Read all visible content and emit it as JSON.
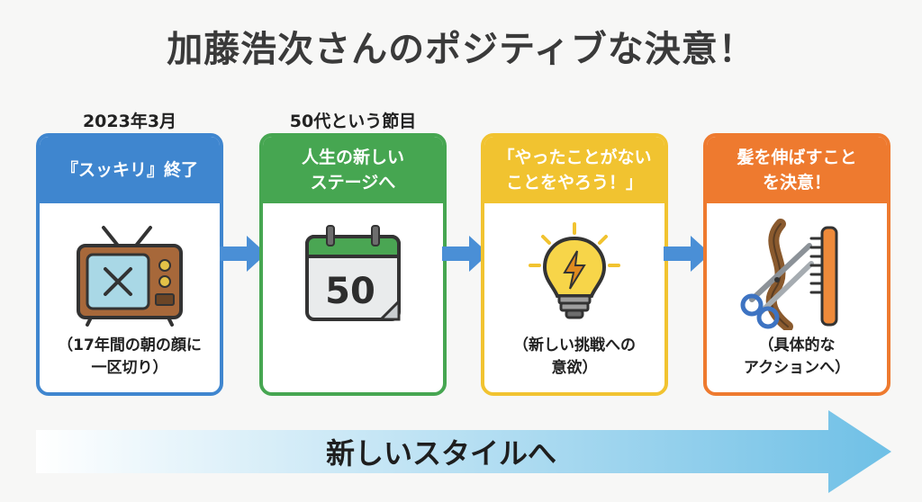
{
  "title": "加藤浩次さんのポジティブな決意！",
  "steps": [
    {
      "label": "2023年3月",
      "header": "『スッキリ』終了",
      "footer": "（17年間の朝の顔に\n一区切り）",
      "icon": "crossed-out-tv-icon",
      "color": "#3f86cf"
    },
    {
      "label": "50代という節目",
      "header": "人生の新しい\nステージへ",
      "footer": "",
      "icon": "calendar-50-icon",
      "icon_text": "50",
      "color": "#46a651"
    },
    {
      "label": "",
      "header": "「やったことがない\nことをやろう！」",
      "footer": "（新しい挑戦への\n意欲）",
      "icon": "lightbulb-icon",
      "color": "#f1c330"
    },
    {
      "label": "",
      "header": "髪を伸ばすこと\nを決意！",
      "footer": "（具体的な\nアクションへ）",
      "icon": "scissors-comb-hair-icon",
      "color": "#ee7a2f"
    }
  ],
  "connector_color": "#4a8fd6",
  "banner": {
    "text": "新しいスタイルへ",
    "color_start": "#ffffff",
    "color_end": "#6fc0e6"
  }
}
